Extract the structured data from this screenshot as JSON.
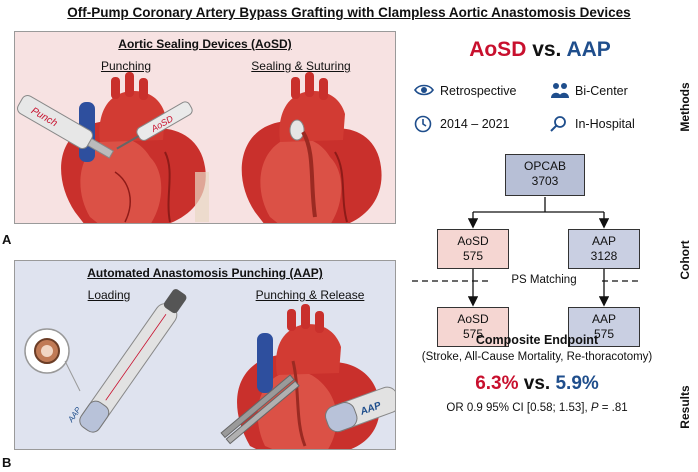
{
  "title": "Off-Pump Coronary Artery Bypass Grafting with Clampless Aortic Anastomosis Devices",
  "panel_a": {
    "label": "A",
    "title": "Aortic Sealing Devices (AoSD)",
    "left_caption": "Punching",
    "right_caption": "Sealing & Suturing",
    "device_punch_label": "Punch",
    "device_aosd_label": "AoSD"
  },
  "panel_b": {
    "label": "B",
    "title": "Automated Anastomosis Punching (AAP)",
    "left_caption": "Loading",
    "right_caption": "Punching & Release",
    "device_label": "AAP"
  },
  "comparison": {
    "left": "AoSD",
    "vs": "vs.",
    "right": "AAP"
  },
  "methods": {
    "side_label": "Methods",
    "items": [
      {
        "icon": "eye-icon",
        "text": "Retrospective"
      },
      {
        "icon": "people-icon",
        "text": "Bi-Center"
      },
      {
        "icon": "clock-icon",
        "text": "2014 – 2021"
      },
      {
        "icon": "magnifier-icon",
        "text": "In-Hospital"
      }
    ]
  },
  "cohort": {
    "side_label": "Cohort",
    "top": {
      "name": "OPCAB",
      "n": "3703"
    },
    "aosd_pre": {
      "name": "AoSD",
      "n": "575"
    },
    "aap_pre": {
      "name": "AAP",
      "n": "3128"
    },
    "matching_label": "PS Matching",
    "aosd_post": {
      "name": "AoSD",
      "n": "575"
    },
    "aap_post": {
      "name": "AAP",
      "n": "575"
    }
  },
  "results": {
    "side_label": "Results",
    "title": "Composite Endpoint",
    "subtitle": "(Stroke, All-Cause Mortality, Re-thoracotomy)",
    "aosd_pct": "6.3%",
    "vs": "vs.",
    "aap_pct": "5.9%",
    "or_text": "OR 0.9 95% CI [0.58; 1.53], ",
    "p_label": "P",
    "p_value": " = .81"
  },
  "colors": {
    "aosd": "#c8102e",
    "aap": "#1f4e8c"
  }
}
